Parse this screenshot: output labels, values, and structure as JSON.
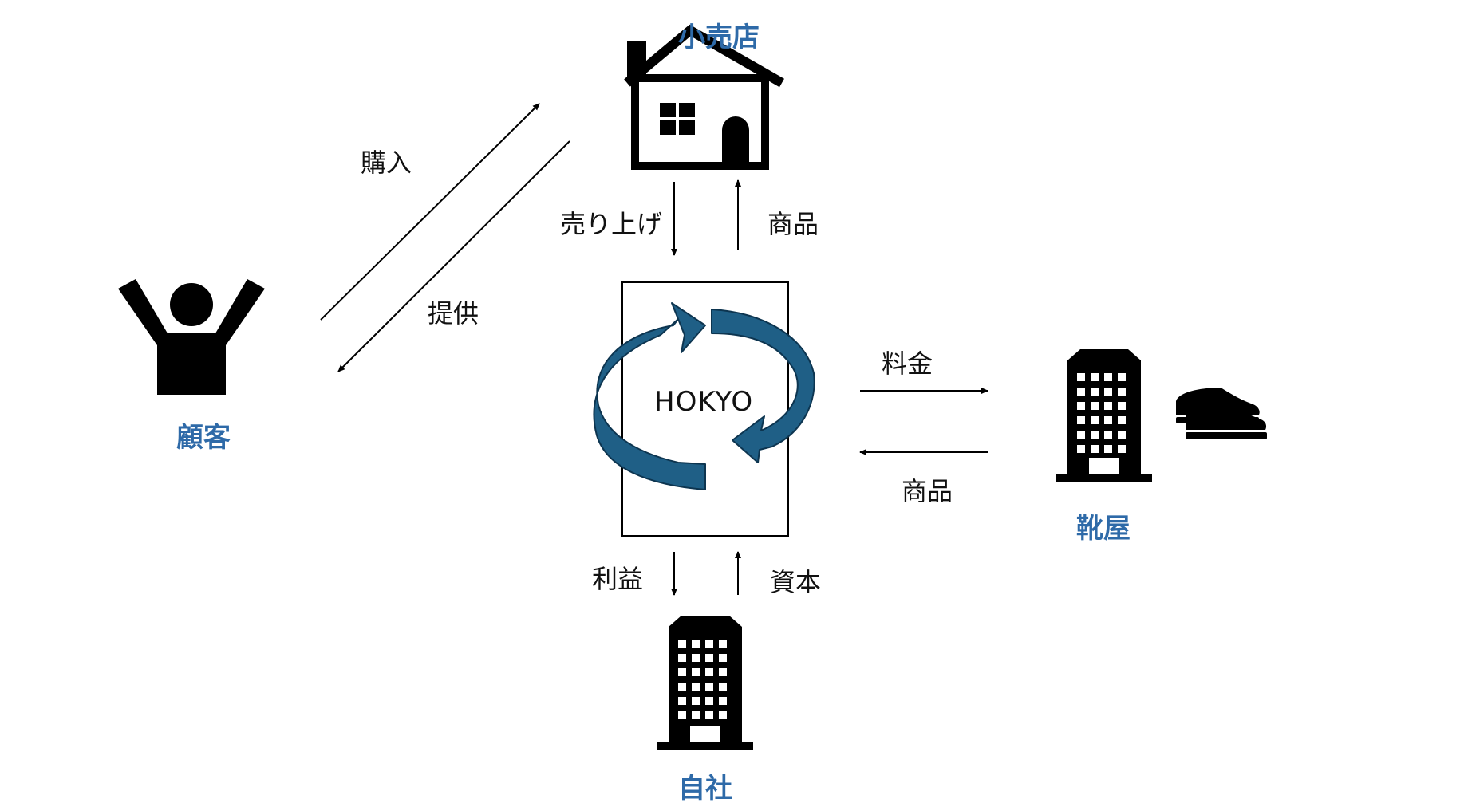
{
  "nodes": {
    "retail": "小売店",
    "customer": "顧客",
    "shoe_store": "靴屋",
    "company": "自社",
    "center": "HOKYO"
  },
  "edges": {
    "purchase": "購入",
    "provide": "提供",
    "sales": "売り上げ",
    "goods_top": "商品",
    "fee": "料金",
    "goods_right": "商品",
    "profit": "利益",
    "capital": "資本"
  },
  "colors": {
    "title_blue": "#2e6aa8",
    "cycle_blue": "#1f5f86",
    "icon_black": "#000000"
  }
}
